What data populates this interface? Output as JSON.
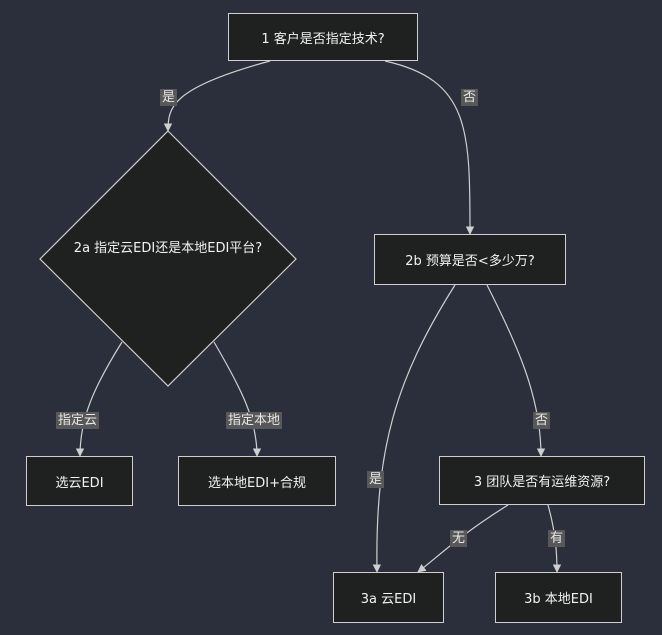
{
  "nodes": {
    "n1": "1 客户是否指定技术?",
    "n2a": "2a 指定云EDI还是本地EDI平台?",
    "n2b": "2b 预算是否<多少万?",
    "cloud_pick": "选云EDI",
    "local_pick": "选本地EDI+合规",
    "n3": "3 团队是否有运维资源?",
    "n3a": "3a 云EDI",
    "n3b": "3b 本地EDI"
  },
  "edge_labels": {
    "yes_1": "是",
    "no_1": "否",
    "cloud": "指定云",
    "local": "指定本地",
    "yes_2b": "是",
    "no_2b": "否",
    "none": "无",
    "have": "有"
  },
  "colors": {
    "background": "#2a2f3b",
    "node_fill": "#1f2020",
    "node_border": "#cfcfcf",
    "edge": "#cfcfcf",
    "edge_label_bg": "#585858"
  }
}
